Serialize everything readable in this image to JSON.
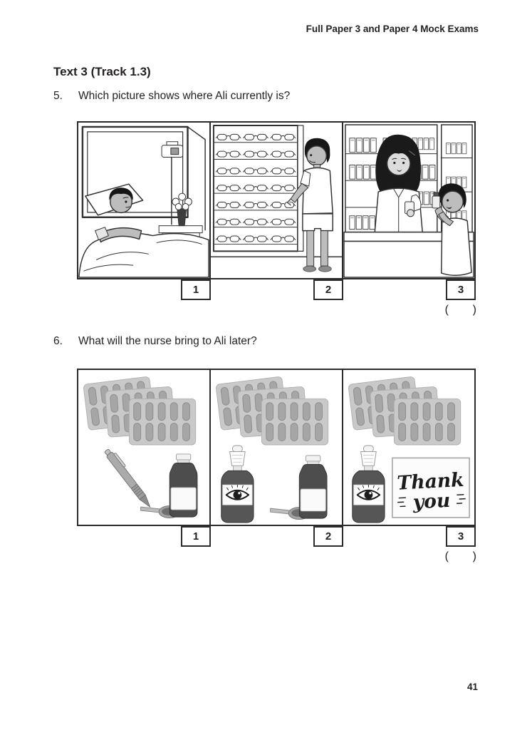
{
  "page": {
    "header": "Full Paper 3 and Paper 4 Mock Exams",
    "number": "41"
  },
  "section": {
    "title": "Text 3 (Track 1.3)"
  },
  "questions": [
    {
      "number": "5.",
      "text": "Which picture shows where Ali currently is?",
      "answer_marks": "(      )",
      "options": [
        {
          "label": "1",
          "illustration": "boy-in-hospital-bed-scene"
        },
        {
          "label": "2",
          "illustration": "boy-choosing-glasses-at-optical-shop-scene"
        },
        {
          "label": "3",
          "illustration": "boy-receiving-medicine-from-pharmacist-scene"
        }
      ]
    },
    {
      "number": "6.",
      "text": "What will the nurse bring to Ali later?",
      "answer_marks": "(      )",
      "options": [
        {
          "label": "1",
          "illustration": "blister-pills-pen-and-syrup-bottle-with-spoon"
        },
        {
          "label": "2",
          "illustration": "blister-pills-eye-drops-and-syrup-bottle-with-spoon"
        },
        {
          "label": "3",
          "illustration": "blister-pills-eye-drops-and-thank-you-card"
        }
      ]
    }
  ],
  "thank_you_card": {
    "line1": "Thank",
    "line2": "you"
  }
}
